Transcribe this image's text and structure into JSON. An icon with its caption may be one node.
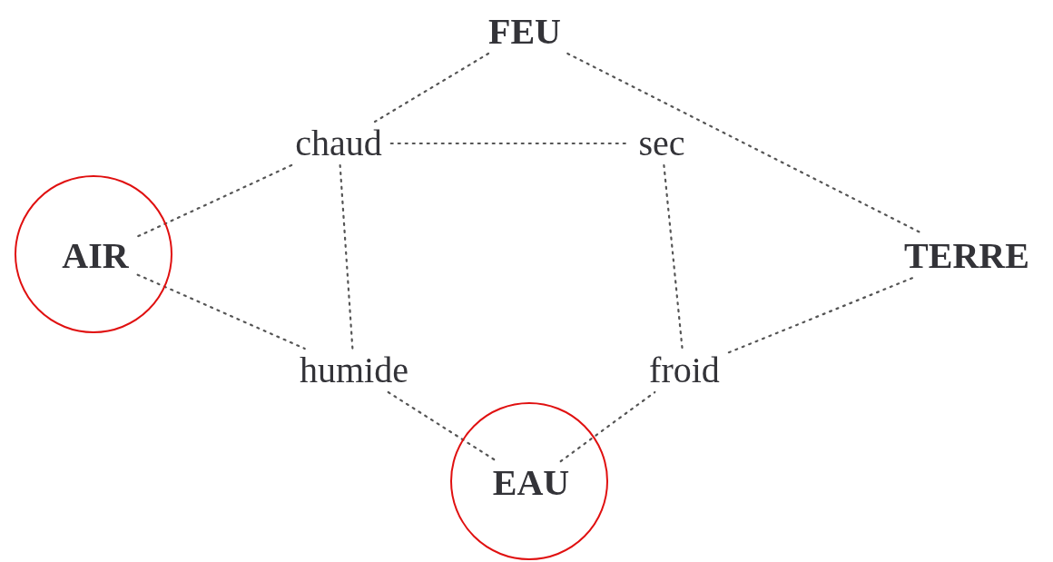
{
  "diagram": {
    "nodes": [
      {
        "text": [
          "FEU"
        ]
      },
      {
        "text": [
          "chaud"
        ]
      },
      {
        "text": [
          "sec"
        ]
      },
      {
        "text": [],
        "shape": "circle"
      },
      {
        "text": [
          "AIR"
        ],
        "in": 3
      },
      {
        "text": [
          "TERRE"
        ]
      },
      {
        "text": [
          "humide"
        ]
      },
      {
        "text": [
          "froid"
        ]
      },
      {
        "text": [],
        "shape": "circle"
      },
      {
        "text": [
          "EAU"
        ],
        "in": 8
      }
    ],
    "edges": [
      {
        "from": 0,
        "to": 1,
        "arrow": "none"
      },
      {
        "from": 1,
        "to": 4,
        "arrow": "none"
      },
      {
        "from": 1,
        "to": 2,
        "arrow": "none"
      },
      {
        "from": 1,
        "to": 6,
        "arrow": "none"
      },
      {
        "from": 2,
        "to": 7,
        "arrow": "none"
      },
      {
        "from": 0,
        "to": 5,
        "arrow": "none"
      },
      {
        "from": 4,
        "to": 6,
        "arrow": "none"
      },
      {
        "from": 6,
        "to": 9,
        "arrow": "none"
      },
      {
        "from": 9,
        "to": 7,
        "arrow": "none"
      },
      {
        "from": 7,
        "to": 5,
        "arrow": "none"
      }
    ]
  }
}
